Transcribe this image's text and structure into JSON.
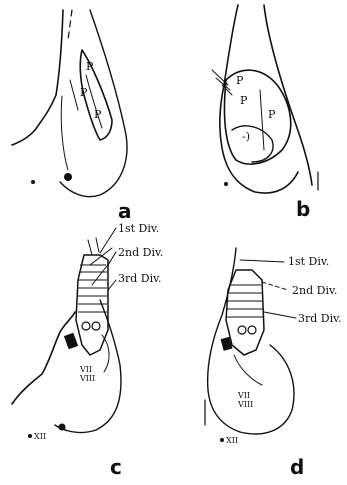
{
  "figure": {
    "panels": [
      {
        "letter": "a",
        "region_labels": [
          "P",
          "P",
          "P"
        ]
      },
      {
        "letter": "b",
        "region_labels": [
          "P",
          "P",
          "P"
        ]
      },
      {
        "letter": "c",
        "division_labels": [
          "1st Div.",
          "2nd Div.",
          "3rd Div."
        ],
        "nerve_labels": [
          "VII",
          "VIII",
          "XII"
        ]
      },
      {
        "letter": "d",
        "division_labels": [
          "1st Div.",
          "2nd Div.",
          "3rd Div."
        ],
        "nerve_labels": [
          "VII",
          "VIII",
          "XII"
        ]
      }
    ]
  }
}
